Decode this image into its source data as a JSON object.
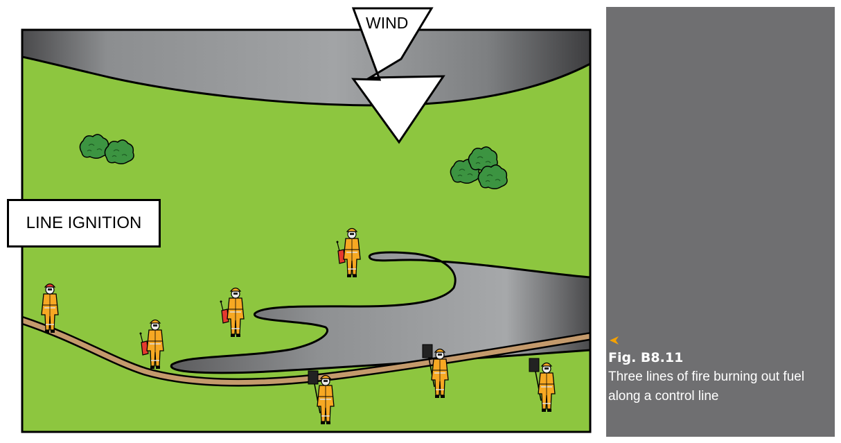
{
  "diagram": {
    "wind_label": "WIND",
    "ignition_label": "LINE IGNITION"
  },
  "caption": {
    "figure_number": "Fig. B8.11",
    "text": "Three lines of fire burning out fuel along a control line"
  },
  "colors": {
    "grass": "#8dc63f",
    "burnt_dark": "#48484a",
    "burnt_light": "#9fa1a3",
    "track": "#c49a6c",
    "panel": "#6f6f71",
    "accent": "#f5a100",
    "firefighter": "#f7a823",
    "drip_torch": "#e53a2e",
    "bush": "#3c9441"
  },
  "firefighters": [
    {
      "tool": "none",
      "helmet": "red"
    },
    {
      "tool": "drip-torch",
      "helmet": "orange"
    },
    {
      "tool": "drip-torch",
      "helmet": "orange"
    },
    {
      "tool": "drip-torch",
      "helmet": "orange"
    },
    {
      "tool": "beater",
      "helmet": "orange"
    },
    {
      "tool": "beater",
      "helmet": "orange"
    },
    {
      "tool": "beater",
      "helmet": "orange"
    }
  ]
}
